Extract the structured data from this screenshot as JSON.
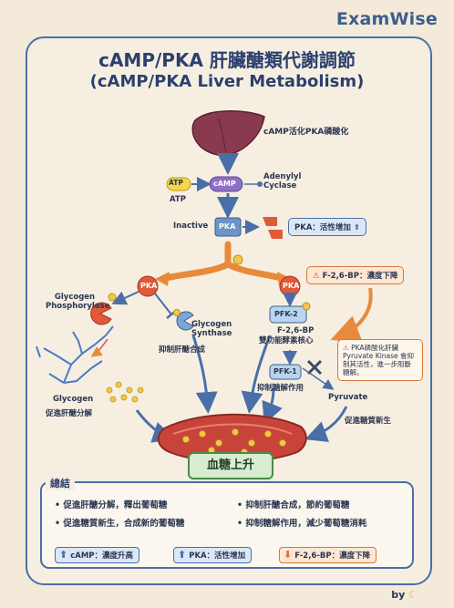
{
  "brand": "ExamWise",
  "title": "cAMP/PKA 肝臟醣類代謝調節",
  "subtitle": "(cAMP/PKA Liver Metabolism)",
  "top_note": "cAMP活化PKA磷酸化",
  "atp_chip": "ATP",
  "atp_label": "ATP",
  "camp_chip": "cAMP",
  "adenylyl_cyclase": "Adenylyl Cyclase",
  "inactive_label": "Inactive",
  "pka_chip": "PKA",
  "pka_up_callout": "PKA：活性增加",
  "p_badge": "P",
  "f26bp_callout": "F-2,6-BP：濃度下降",
  "glycogen_phosphorylase": "Glycogen Phosphorylase",
  "glycogen_synthase": "Glycogen Synthase",
  "inhibit_glycogenesis": "抑制肝醣合成",
  "glycogen": "Glycogen",
  "glycogenolysis": "促進肝醣分解",
  "pfk2_chip": "PFK-2",
  "f26bp_label": "F-2,6-BP",
  "bifunctional_core": "雙功能酵素核心",
  "pfk1_chip": "PFK-1",
  "inhibit_glycolysis": "抑制糖解作用",
  "pyruvate": "Pyruvate",
  "gluconeogenesis": "促進糖質新生",
  "pk_warning": "PKA磷酸化肝臟 Pyruvate Kinase 會抑制其活性，進一步阻斷糖解。",
  "blood_sugar": "血糖上升",
  "summary": {
    "title": "總結",
    "bullets": [
      "促進肝醣分解，釋出葡萄糖",
      "抑制肝醣合成，節約葡萄糖",
      "促進糖質新生，合成新的葡萄糖",
      "抑制糖解作用，減少葡萄糖消耗"
    ],
    "chips": [
      {
        "text": "cAMP：濃度升高",
        "direction": "up"
      },
      {
        "text": "PKA：活性增加",
        "direction": "up"
      },
      {
        "text": "F-2,6-BP：濃度下降",
        "direction": "down"
      }
    ]
  },
  "by_label": "by",
  "colors": {
    "blue": "#4a6fa8",
    "orange": "#e88a3a",
    "red": "#d9483a",
    "green": "#4a8a4a",
    "background": "#f3ead9"
  }
}
